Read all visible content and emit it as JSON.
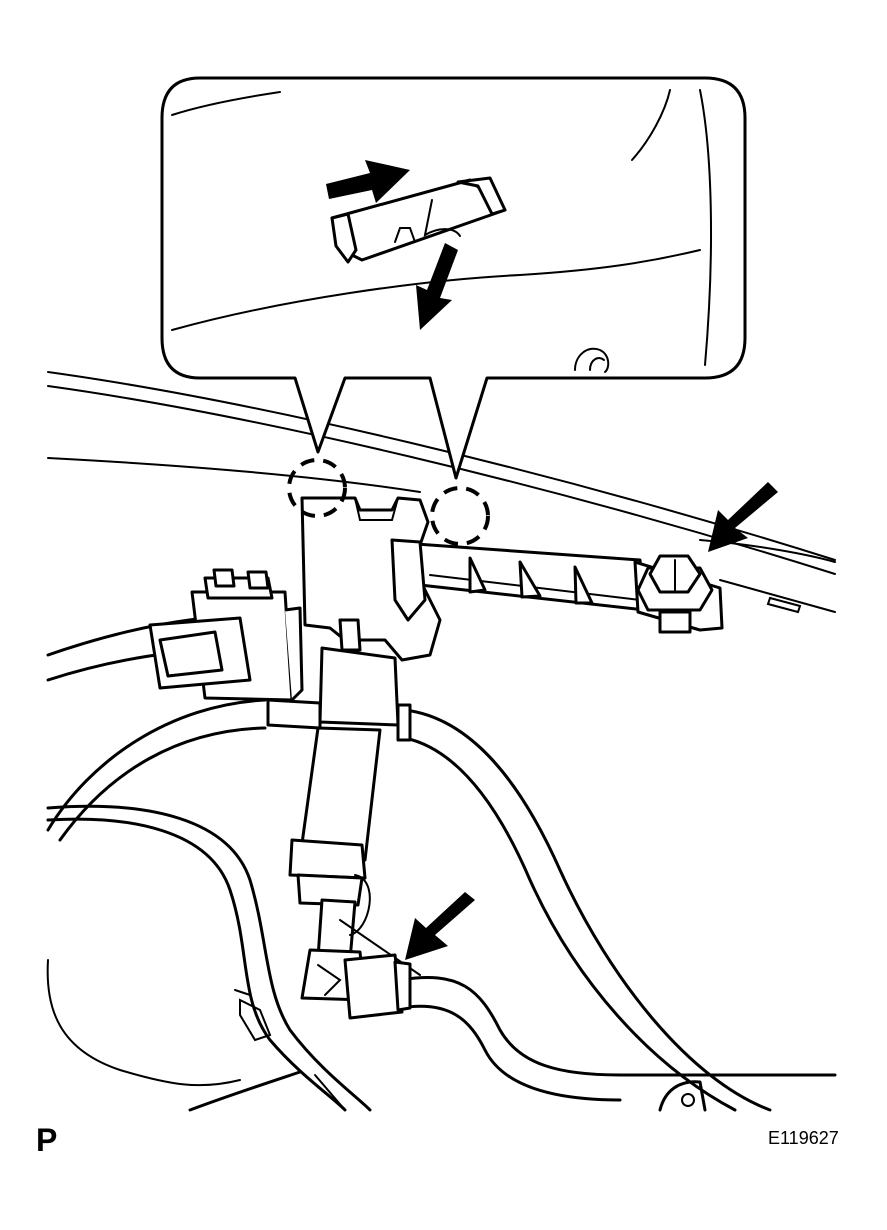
{
  "figure": {
    "corner_label": "P",
    "figure_id": "E119627"
  },
  "callout": {
    "shape": "rounded-rectangle-with-two-pointers",
    "pointer_targets": [
      "clip-left",
      "clip-right"
    ]
  },
  "arrows": [
    {
      "name": "push-arrow",
      "location": "callout"
    },
    {
      "name": "pull-down-arrow",
      "location": "callout"
    },
    {
      "name": "bolt-arrow",
      "location": "main"
    },
    {
      "name": "hose-clamp-arrow",
      "location": "main"
    }
  ]
}
